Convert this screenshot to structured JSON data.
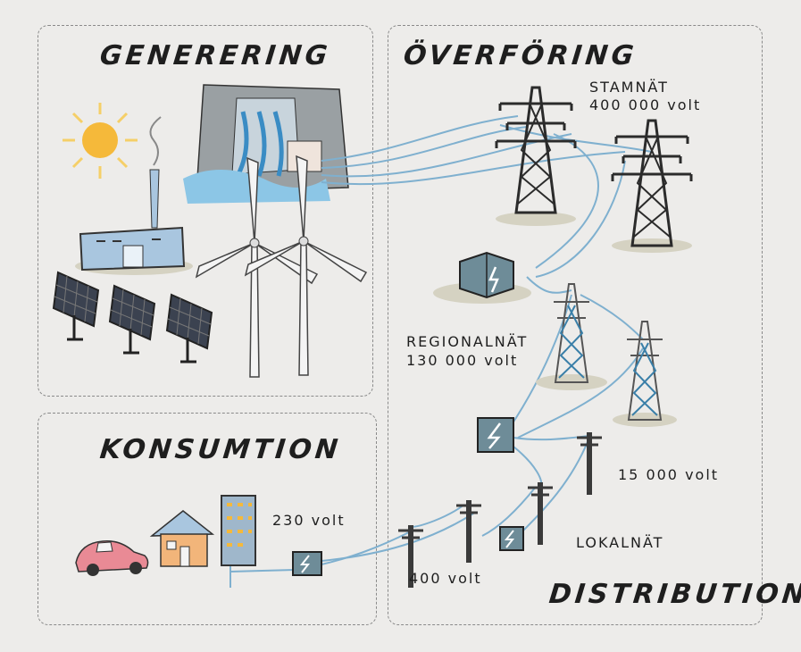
{
  "sections": {
    "generation": "GENERERING",
    "transmission": "ÖVERFÖRING",
    "consumption": "KONSUMTION",
    "distribution": "DISTRIBUTION"
  },
  "labels": {
    "stamnat_name": "STAMNÄT",
    "stamnat_voltage": "400 000 volt",
    "regional_name": "REGIONALNÄT",
    "regional_voltage": "130 000 volt",
    "medium_voltage": "15 000 volt",
    "local_name": "LOKALNÄT",
    "low_voltage": "400 volt",
    "house_voltage": "230 volt"
  },
  "colors": {
    "wire": "#7fb0cf",
    "sun": "#f5b93a",
    "factory": "#a9c6df",
    "water": "#8cc6e6",
    "car": "#e98a95",
    "house": "#f2b57a",
    "roof": "#a9c6df",
    "substation": "#6e8c98"
  }
}
